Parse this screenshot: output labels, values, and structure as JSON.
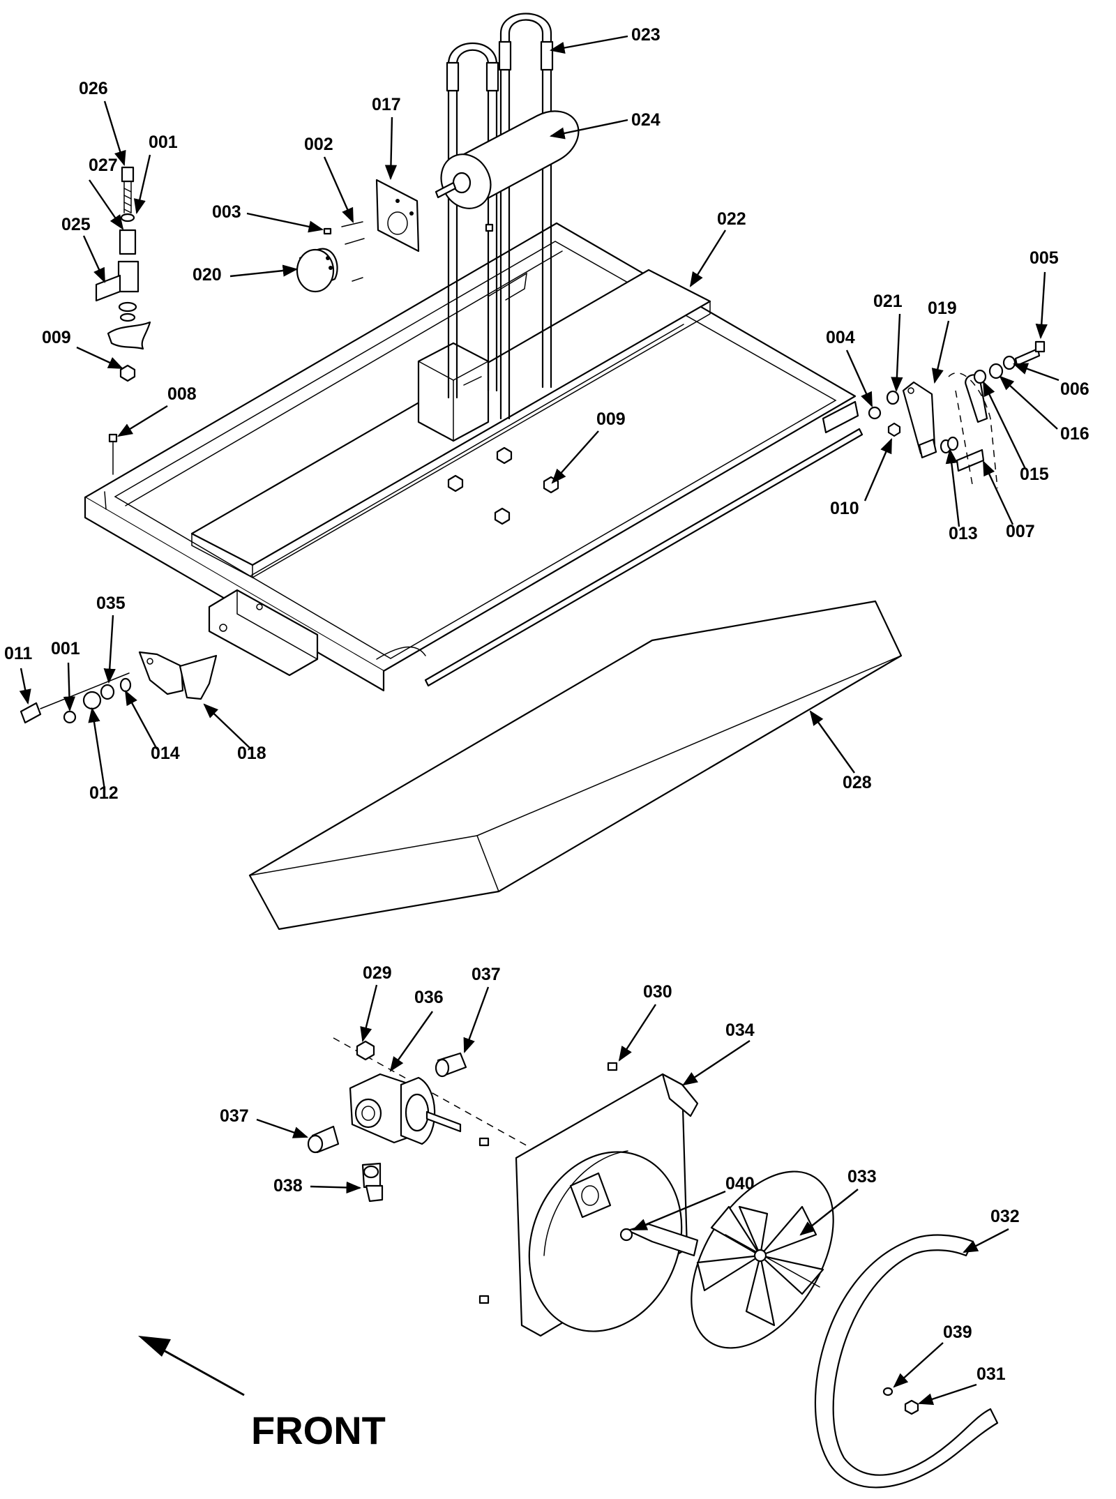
{
  "front_label": "FRONT",
  "callouts": [
    {
      "id": "c023",
      "text": "023"
    },
    {
      "id": "c024",
      "text": "024"
    },
    {
      "id": "c026",
      "text": "026"
    },
    {
      "id": "c001a",
      "text": "001"
    },
    {
      "id": "c027",
      "text": "027"
    },
    {
      "id": "c025",
      "text": "025"
    },
    {
      "id": "c017",
      "text": "017"
    },
    {
      "id": "c002",
      "text": "002"
    },
    {
      "id": "c003",
      "text": "003"
    },
    {
      "id": "c020",
      "text": "020"
    },
    {
      "id": "c022",
      "text": "022"
    },
    {
      "id": "c005",
      "text": "005"
    },
    {
      "id": "c021",
      "text": "021"
    },
    {
      "id": "c019",
      "text": "019"
    },
    {
      "id": "c004",
      "text": "004"
    },
    {
      "id": "c006",
      "text": "006"
    },
    {
      "id": "c016",
      "text": "016"
    },
    {
      "id": "c015",
      "text": "015"
    },
    {
      "id": "c009a",
      "text": "009"
    },
    {
      "id": "c008",
      "text": "008"
    },
    {
      "id": "c009b",
      "text": "009"
    },
    {
      "id": "c010",
      "text": "010"
    },
    {
      "id": "c013",
      "text": "013"
    },
    {
      "id": "c007",
      "text": "007"
    },
    {
      "id": "c035",
      "text": "035"
    },
    {
      "id": "c011",
      "text": "011"
    },
    {
      "id": "c001b",
      "text": "001"
    },
    {
      "id": "c014",
      "text": "014"
    },
    {
      "id": "c018",
      "text": "018"
    },
    {
      "id": "c012",
      "text": "012"
    },
    {
      "id": "c028",
      "text": "028"
    },
    {
      "id": "c029",
      "text": "029"
    },
    {
      "id": "c036",
      "text": "036"
    },
    {
      "id": "c037a",
      "text": "037"
    },
    {
      "id": "c030",
      "text": "030"
    },
    {
      "id": "c034",
      "text": "034"
    },
    {
      "id": "c037b",
      "text": "037"
    },
    {
      "id": "c038",
      "text": "038"
    },
    {
      "id": "c040",
      "text": "040"
    },
    {
      "id": "c033",
      "text": "033"
    },
    {
      "id": "c032",
      "text": "032"
    },
    {
      "id": "c039",
      "text": "039"
    },
    {
      "id": "c031",
      "text": "031"
    }
  ]
}
